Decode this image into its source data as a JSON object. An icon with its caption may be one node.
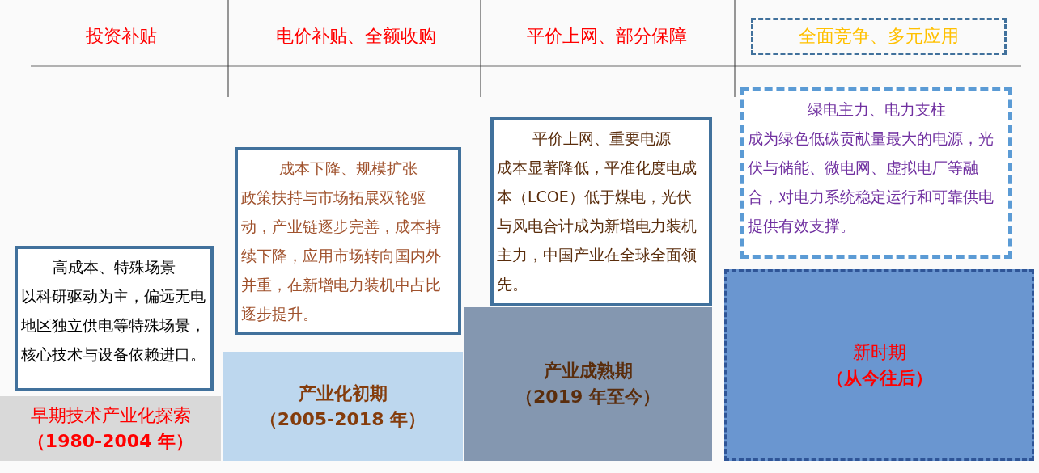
{
  "diagram": {
    "nodes": [
      {
        "text": [
          "全面竞争、多元应用"
        ]
      },
      {
        "text": [
          "高成本、特殊场景",
          "以科研驱动为主，偏远无电地区独立供电等特殊场景，核心技术与设备依赖进口。"
        ]
      },
      {
        "text": [
          "早期技术产业化探索",
          "（1980-2004 年）"
        ]
      },
      {
        "text": [
          "成本下降、规模扩张",
          "政策扶持与市场拓展双轮驱动，产业链逐步完善，成本持续下降，应用市场转向国内外并重，在新增电力装机中占比逐步提升。"
        ]
      },
      {
        "text": [
          "产业化初期",
          "（2005-2018 年）"
        ]
      },
      {
        "text": [
          "平价上网、重要电源",
          "成本显著降低，平准化度电成本（LCOE）低于煤电，光伏与风电合计成为新增电力装机主力，中国产业在全球全面领先。"
        ]
      },
      {
        "text": [
          "产业成熟期",
          "（2019 年至今）"
        ]
      },
      {
        "text": [
          "绿电主力、电力支柱",
          "成为绿色低碳贡献量最大的电源，光伏与储能、微电网、虚拟电厂等融合，对电力系统稳定运行和可靠供电提供有效支撑。"
        ]
      },
      {
        "text": [
          "新时期",
          "（从今往后）"
        ]
      }
    ],
    "edges": [],
    "labels": [
      "投资补贴",
      "电价补贴、全额收购",
      "平价上网、部分保障"
    ]
  }
}
